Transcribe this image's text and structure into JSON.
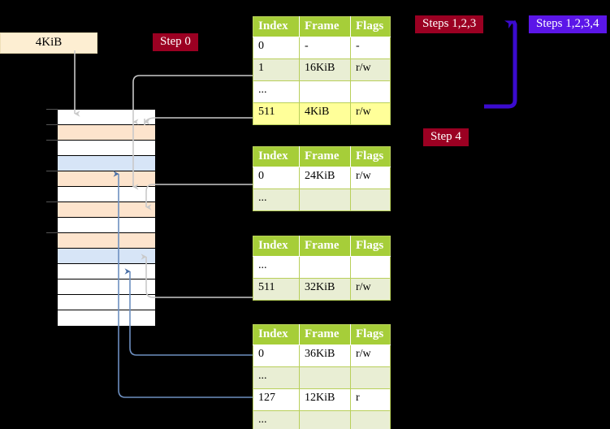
{
  "diagram": {
    "title_badges": [
      {
        "name": "step-0",
        "label": "Step 0",
        "color": "#9b0022"
      },
      {
        "name": "steps-123",
        "label": "Steps 1,2,3",
        "color": "#9b0022"
      },
      {
        "name": "steps-1234",
        "label": "Steps 1,2,3,4",
        "color": "#5b16e8"
      },
      {
        "name": "step-4",
        "label": "Step 4",
        "color": "#9b0022"
      }
    ],
    "page_size_label": "4KiB",
    "columns": [
      "Index",
      "Frame",
      "Flags"
    ],
    "tables": [
      {
        "name": "page-table-level-0",
        "rows": [
          {
            "index": "0",
            "frame": "-",
            "flags": "-",
            "style": "plain"
          },
          {
            "index": "1",
            "frame": "16KiB",
            "flags": "r/w",
            "style": "alt"
          },
          {
            "index": "...",
            "frame": "",
            "flags": "",
            "style": "plain"
          },
          {
            "index": "511",
            "frame": "4KiB",
            "flags": "r/w",
            "style": "hl"
          }
        ]
      },
      {
        "name": "page-table-level-1",
        "rows": [
          {
            "index": "0",
            "frame": "24KiB",
            "flags": "r/w",
            "style": "plain"
          },
          {
            "index": "...",
            "frame": "",
            "flags": "",
            "style": "alt"
          }
        ]
      },
      {
        "name": "page-table-level-2",
        "rows": [
          {
            "index": "...",
            "frame": "",
            "flags": "",
            "style": "plain"
          },
          {
            "index": "511",
            "frame": "32KiB",
            "flags": "r/w",
            "style": "alt"
          }
        ]
      },
      {
        "name": "page-table-level-3",
        "rows": [
          {
            "index": "0",
            "frame": "36KiB",
            "flags": "r/w",
            "style": "plain"
          },
          {
            "index": "...",
            "frame": "",
            "flags": "",
            "style": "alt"
          },
          {
            "index": "127",
            "frame": "12KiB",
            "flags": "r",
            "style": "plain"
          },
          {
            "index": "...",
            "frame": "",
            "flags": "",
            "style": "alt"
          }
        ]
      }
    ],
    "memory": {
      "name": "physical-memory-column",
      "cell_count": 14,
      "cells": [
        {
          "fill": "white"
        },
        {
          "fill": "orange"
        },
        {
          "fill": "white"
        },
        {
          "fill": "blue"
        },
        {
          "fill": "orange"
        },
        {
          "fill": "white"
        },
        {
          "fill": "orange"
        },
        {
          "fill": "white"
        },
        {
          "fill": "orange"
        },
        {
          "fill": "blue"
        },
        {
          "fill": "white"
        },
        {
          "fill": "white"
        },
        {
          "fill": "white"
        },
        {
          "fill": "white"
        }
      ],
      "tick_rows": [
        0,
        1,
        2,
        4,
        6,
        8
      ],
      "colors": {
        "orange": "#fde4cd",
        "blue": "#d7e5f7",
        "white": "#ffffff"
      }
    },
    "colors": {
      "table_header_bg": "#a6ce39",
      "table_alt_row_bg": "#e9eed4",
      "table_highlight_bg": "#ffff99",
      "table_border": "#b8cf5a",
      "page_size_box_bg": "#fdeed2",
      "gray_link": "#cccccc",
      "blue_link": "#6d8fc0",
      "purple_arrow": "#3b0bcf"
    }
  }
}
